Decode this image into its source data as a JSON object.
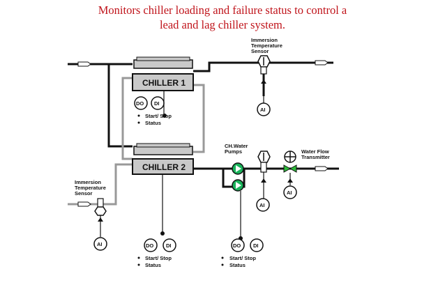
{
  "title": {
    "line1": "Monitors chiller loading and failure status to control a",
    "line2": "lead and lag chiller system."
  },
  "colors": {
    "title": "#c0141b",
    "pipe": "#111111",
    "grey_pipe": "#999999",
    "chiller_fill": "#c9c9c9",
    "pump": "#19b35a",
    "valve": "#2dbb3a"
  },
  "chillers": {
    "chiller1": "CHILLER 1",
    "chiller2": "CHILLER 2"
  },
  "sensors": {
    "immersion_top": [
      "Immersion",
      "Temperature",
      "Sensor"
    ],
    "immersion_left": [
      "Immersion",
      "Temperature",
      "Sensor"
    ],
    "pumps": [
      "CH.Water",
      "Pumps"
    ],
    "flow": [
      "Water Flow",
      "Transmitter"
    ]
  },
  "points": {
    "ai": "AI",
    "do": "DO",
    "di": "DI"
  },
  "bullets": {
    "start_stop": "Start/ Stop",
    "status": "Status"
  }
}
